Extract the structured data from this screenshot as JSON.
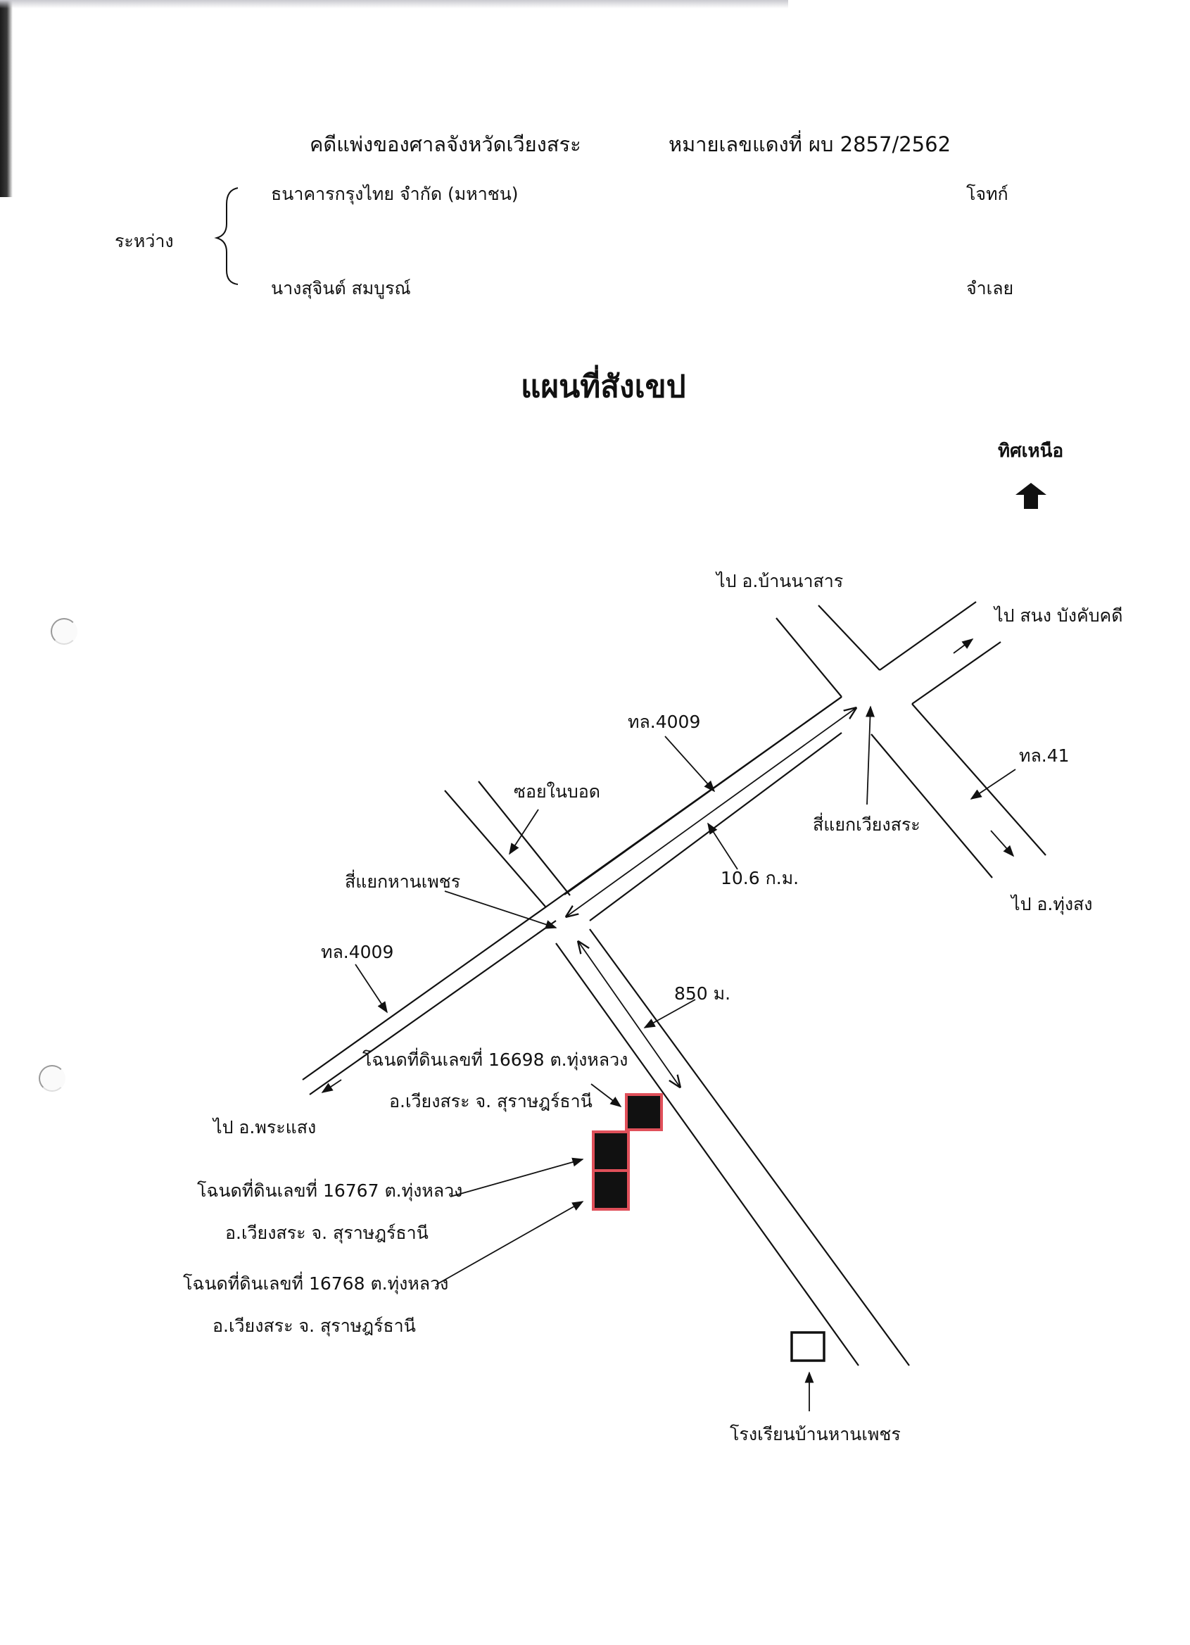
{
  "header": {
    "case_title": "คดีแพ่งของศาลจังหวัดเวียงสระ",
    "case_number": "หมายเลขแดงที่  ผบ 2857/2562",
    "between_label": "ระหว่าง",
    "plaintiff_name": "ธนาคารกรุงไทย  จำกัด  (มหาชน)",
    "plaintiff_role": "โจทก์",
    "defendant_name": "นางสุจินต์  สมบูรณ์",
    "defendant_role": "จำเลย"
  },
  "map": {
    "title": "แผนที่สังเขป",
    "north_label": "ทิศเหนือ",
    "labels": {
      "to_ban_na_san": "ไป อ.บ้านนาสาร",
      "to_court": "ไป สนง บังคับคดี",
      "route_4009_upper": "ทล.4009",
      "route_41": "ทล.41",
      "soi_nai_bot": "ซอยในบอด",
      "wiang_sa_junction": "สี่แยกเวียงสระ",
      "distance_10_6": "10.6 ก.ม.",
      "han_phet_junction": "สี่แยกหานเพชร",
      "to_thung_song": "ไป อ.ทุ่งสง",
      "route_4009_lower": "ทล.4009",
      "distance_850": "850 ม.",
      "deed_16698_line1": "โฉนดที่ดินเลขที่ 16698 ต.ทุ่งหลวง",
      "deed_16698_line2": "อ.เวียงสระ จ. สุราษฎร์ธานี",
      "to_phrasaeng": "ไป อ.พระแสง",
      "deed_16767_line1": "โฉนดที่ดินเลขที่ 16767 ต.ทุ่งหลวง",
      "deed_16767_line2": "อ.เวียงสระ จ. สุราษฎร์ธานี",
      "deed_16768_line1": "โฉนดที่ดินเลขที่ 16768 ต.ทุ่งหลวง",
      "deed_16768_line2": "อ.เวียงสระ จ. สุราษฎร์ธานี",
      "school": "โรงเรียนบ้านหานเพชร"
    },
    "colors": {
      "parcel_fill": "#111111",
      "parcel_border": "#e0505a",
      "ink": "#111111"
    }
  }
}
